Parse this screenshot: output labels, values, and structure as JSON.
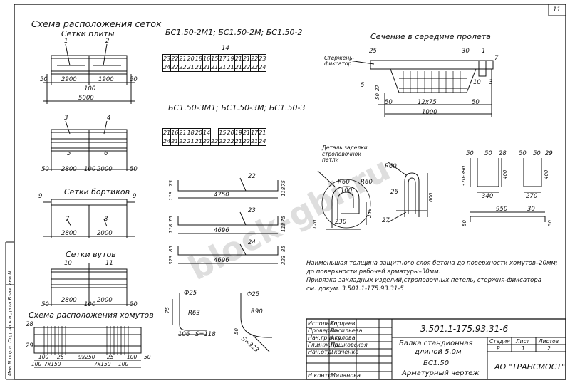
{
  "sheet_number": "11",
  "titles": {
    "mesh_layout": "Схема расположения сеток",
    "slab_mesh": "Сетки плиты",
    "beam_mesh": "Сетки бортиков",
    "stem_mesh": "Сетки вутов",
    "stirrup_layout": "Схема расположения хомутов",
    "section": "Сечение в середине пролета",
    "fixer_label": "Стержень-фиксатор",
    "detail_label": "Деталь заделки строповочной петли"
  },
  "slab": {
    "marks": [
      "1",
      "2"
    ],
    "dims": [
      "2900",
      "1900",
      "50",
      "100",
      "50",
      "5000"
    ]
  },
  "mesh34": {
    "marks": [
      "3",
      "4",
      "5",
      "6"
    ],
    "dims": [
      "2800",
      "2000",
      "50",
      "100",
      "50"
    ]
  },
  "mesh789": {
    "marks": [
      "9",
      "7",
      "8",
      "9"
    ],
    "dims": [
      "2800",
      "2000"
    ]
  },
  "mesh1011": {
    "marks": [
      "10",
      "11"
    ],
    "dims": [
      "2800",
      "2000",
      "50",
      "100",
      "50"
    ]
  },
  "stirrups": {
    "marks": [
      "28",
      "29"
    ],
    "dims": [
      "100",
      "25",
      "9x250",
      "25",
      "100",
      "100",
      "7x150",
      "7x150",
      "100",
      "50"
    ]
  },
  "grid1": {
    "title": "БС1.50-2М1; БС1.50-2М; БС1.50-2",
    "top_extra": "14",
    "row1": [
      "23",
      "22",
      "21",
      "20",
      "18",
      "16",
      "15",
      "17",
      "19",
      "21",
      "21",
      "22",
      "23"
    ],
    "row2": [
      "24",
      "22",
      "22",
      "21",
      "21",
      "21",
      "21",
      "21",
      "21",
      "21",
      "22",
      "22",
      "24"
    ]
  },
  "grid2": {
    "title": "БС1.50-3М1; БС1.50-3М; БС1.50-3",
    "row1": [
      "21",
      "16",
      "21",
      "18",
      "20",
      "14",
      "",
      "15",
      "20",
      "19",
      "21",
      "17",
      "21"
    ],
    "row2": [
      "24",
      "21",
      "22",
      "21",
      "21",
      "22",
      "22",
      "22",
      "22",
      "21",
      "22",
      "21",
      "24"
    ]
  },
  "bars": {
    "b22": {
      "mark": "22",
      "len": "4750",
      "left": "75",
      "left2": "118",
      "right": "118",
      "right2": "75"
    },
    "b23": {
      "mark": "23",
      "len": "4696",
      "left": "75",
      "left2": "118",
      "right": "118",
      "right2": "75"
    },
    "b24": {
      "mark": "24",
      "len": "4696",
      "left": "85",
      "left2": "323",
      "right": "323",
      "right2": "85"
    }
  },
  "hooks": {
    "h1": {
      "dia": "Ф25",
      "r": "R63",
      "h": "75",
      "w": "106",
      "s": "S=118"
    },
    "h2": {
      "dia": "Ф25",
      "r": "R90",
      "h": "50",
      "s": "S=323"
    }
  },
  "section": {
    "marks": [
      "25",
      "30",
      "1",
      "7",
      "10",
      "3",
      "5"
    ],
    "dims": [
      "50",
      "27",
      "50",
      "12x75",
      "50",
      "1000"
    ]
  },
  "detail": {
    "marks": [
      "R60",
      "R60",
      "100",
      "240",
      "120",
      "230"
    ]
  },
  "loop": {
    "marks": [
      "R60",
      "26",
      "600",
      "27"
    ]
  },
  "profiles": {
    "p28": {
      "mark": "28",
      "a": "50",
      "b": "50",
      "h": "370-390",
      "w": "340",
      "h2": "400"
    },
    "p29": {
      "mark": "29",
      "a": "50",
      "b": "50",
      "h": "400",
      "w": "270"
    },
    "p30": {
      "mark": "30",
      "len": "950",
      "a": "50",
      "b": "50"
    }
  },
  "notes": [
    "Наименьшая толщина защитного слоя бетона до поверхности хомутов–20мм;",
    "до поверхности рабочей арматуры–30мм.",
    "Привязка закладных изделий,строповочных петель, стержня-фиксатора",
    "см. докум. 3.501.1-175.93.31-5"
  ],
  "stamp": {
    "code": "3.501.1-175.93.31-6",
    "roles": [
      "Исполнил",
      "Проверил",
      "Нач.гр.р.гр",
      "Гл.инж.пр.",
      "Нач.отд.",
      "Н.контр."
    ],
    "names": [
      "Гордеев",
      "Васильева",
      "Акулова",
      "Пашковская",
      "Ткаченко",
      "Миланова"
    ],
    "title_lines": [
      "Балка стандионная",
      "длиной 5.0м",
      "БС1.50",
      "Арматурный чертеж"
    ],
    "col_stage": "Стадия",
    "col_sheet": "Лист",
    "col_sheets": "Листов",
    "stage": "Р",
    "sheet": "1",
    "sheets": "2",
    "org": "АО \"ТРАНСМОСТ\""
  },
  "side_strip": "Инв.N подл.   Подпись и дата   Взам.инв.N",
  "watermark": "block-gbi.ru"
}
